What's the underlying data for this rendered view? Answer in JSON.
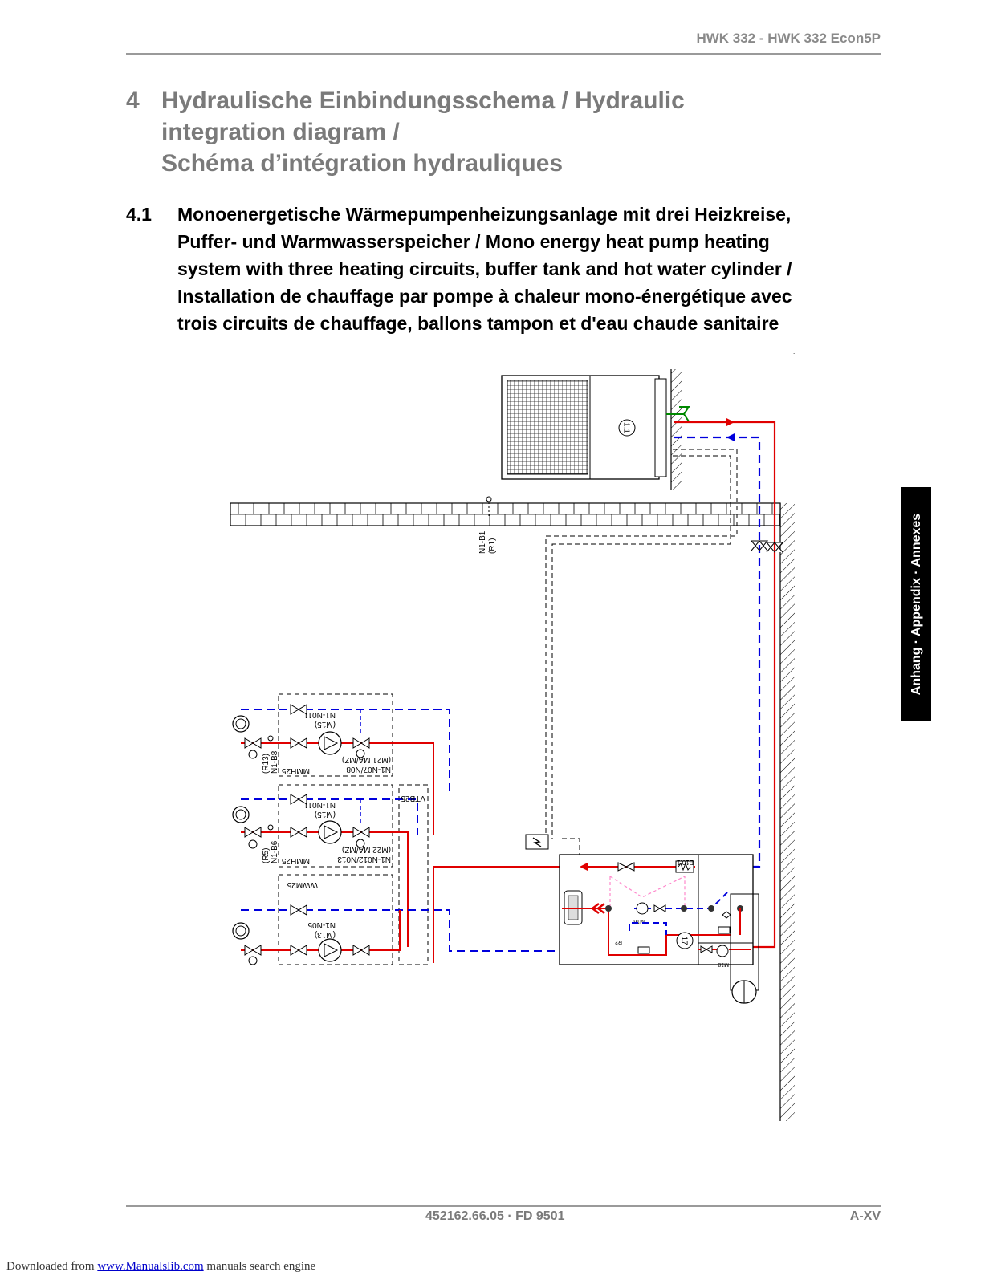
{
  "header": {
    "model": "HWK 332 - HWK 332 Econ5P"
  },
  "section": {
    "number": "4",
    "lines": [
      "Hydraulische Einbindungsschema / Hydraulic",
      "integration diagram /",
      "Schéma d’intégration hydrauliques"
    ]
  },
  "subsection": {
    "number": "4.1",
    "lines": [
      "Monoenergetische Wärmepumpenheizungsanlage mit drei Heizkreise,",
      "Puffer- und Warmwasserspeicher / Mono energy heat pump heating",
      "system with three heating circuits, buffer tank and hot water cylinder /",
      "Installation de chauffage par pompe à chaleur mono-énergétique avec",
      "trois circuits de chauffage, ballons tampon et d'eau chaude sanitaire"
    ]
  },
  "side_tab": "Anhang · Appendix · Annexes",
  "diagram": {
    "labels": {
      "heat_pump": "1.1",
      "sensor_outdoor_1": "N1-B1",
      "sensor_outdoor_2": "(R1)",
      "c1_block": "N1-N011",
      "c1_pump": "(M15)",
      "c1_mixer": "N1-N07/N08",
      "c1_mixer_motor": "(M21 MA/MZ)",
      "c1_module": "MMH25",
      "c1_sensor_1": "N1-B8",
      "c1_sensor_2": "(R13)",
      "c2_block": "N1-N011",
      "c2_pump": "(M15)",
      "c2_mixer": "N1-N012/N013",
      "c2_mixer_motor": "(M22 MA/MZ)",
      "c2_module": "MMH25",
      "c2_sensor_1": "N1-B6",
      "c2_sensor_2": "(R5)",
      "c3_module": "WWM25",
      "c3_block": "N1-N05",
      "c3_pump": "(M13)",
      "distributor": "VTB25",
      "heater": "E10.1",
      "pump_m16": "M16",
      "pump_m18": "M18",
      "sensor_r2": "R2",
      "tank_label": "17"
    },
    "colors": {
      "flow": "#e00000",
      "return": "#0000dd",
      "neutral": "#000000",
      "aux": "#ff88cc",
      "ground": "#008800"
    }
  },
  "footer": {
    "doc_number": "452162.66.05 · FD 9501",
    "page": "A-XV"
  },
  "download": {
    "prefix": "Downloaded from ",
    "link": "www.Manualslib.com",
    "suffix": " manuals search engine"
  }
}
